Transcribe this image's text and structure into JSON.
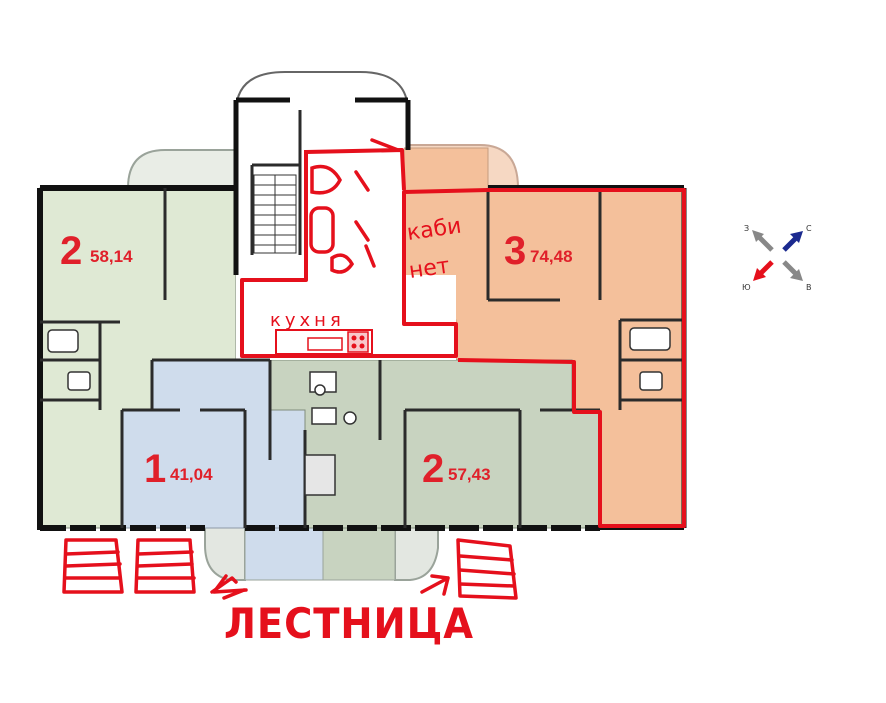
{
  "apartments": [
    {
      "rooms": "2",
      "area": "58,14",
      "color": "#dfe9d4"
    },
    {
      "rooms": "3",
      "area": "74,48",
      "color": "#f4c09b"
    },
    {
      "rooms": "1",
      "area": "41,04",
      "color": "#cfdcec"
    },
    {
      "rooms": "2",
      "area": "57,43",
      "color": "#c8d3c0"
    }
  ],
  "annotations": {
    "office": [
      "каби",
      "нет"
    ],
    "kitchen": "кухня",
    "stairs": "ЛЕСТНИЦА",
    "ink_color": "#e5101c"
  },
  "compass": {
    "west": "З",
    "north": "С",
    "south": "Ю",
    "east": "В"
  }
}
